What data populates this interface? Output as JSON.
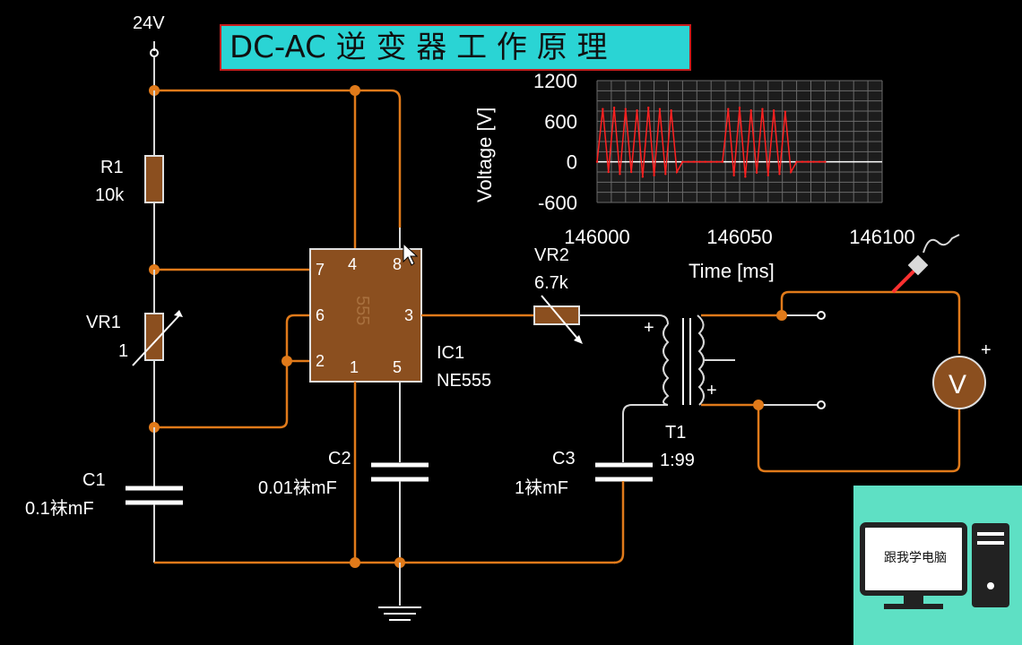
{
  "title": "DC-AC 逆 变 器 工 作 原 理",
  "supply_label": "24V",
  "components": {
    "r1": {
      "name": "R1",
      "value": "10k"
    },
    "vr1": {
      "name": "VR1",
      "value": "1"
    },
    "c1": {
      "name": "C1",
      "value": "0.1袜mF"
    },
    "c2": {
      "name": "C2",
      "value": "0.01袜mF"
    },
    "c3": {
      "name": "C3",
      "value": "1袜mF"
    },
    "ic1": {
      "name": "IC1",
      "value": "NE555",
      "chip_mark": "555"
    },
    "vr2": {
      "name": "VR2",
      "value": "6.7k"
    },
    "t1": {
      "name": "T1",
      "value": "1:99"
    },
    "meter": {
      "symbol": "V"
    }
  },
  "ic_pins": {
    "p7": "7",
    "p4": "4",
    "p8": "8",
    "p6": "6",
    "p3": "3",
    "p2": "2",
    "p1": "1",
    "p5": "5"
  },
  "polarity": {
    "primary": "+",
    "secondary": "+",
    "meter": "+"
  },
  "badge": {
    "text": "跟我学电脑"
  },
  "colors": {
    "wire_active": "#e07a1a",
    "wire_idle": "#d9d9d9",
    "component": "#8b4f1f",
    "title_bg": "#2ad4d4",
    "badge_bg": "#5ee0c4",
    "trace": "#ff2020"
  },
  "chart_data": {
    "type": "line",
    "xlabel": "Time [ms]",
    "ylabel": "Voltage [V]",
    "xlim": [
      146000,
      146100
    ],
    "ylim": [
      -600,
      1200
    ],
    "x_ticks": [
      "146000",
      "146050",
      "146100"
    ],
    "y_ticks": [
      "1200",
      "600",
      "0",
      "-600"
    ],
    "grid": true,
    "series": [
      {
        "x": [
          146000,
          146002,
          146004,
          146006,
          146008,
          146010,
          146012,
          146014,
          146016,
          146018,
          146020,
          146022,
          146024,
          146026,
          146028,
          146030,
          146032,
          146034,
          146036,
          146038,
          146040,
          146042,
          146044,
          146046,
          146048,
          146050,
          146052,
          146054,
          146056,
          146058,
          146060,
          146062,
          146064,
          146066,
          146068,
          146070,
          146072,
          146074,
          146076,
          146078,
          146080
        ],
        "y": [
          0,
          780,
          -150,
          800,
          -180,
          780,
          -150,
          760,
          -220,
          800,
          -200,
          780,
          -180,
          760,
          -150,
          0,
          0,
          0,
          0,
          0,
          0,
          0,
          0,
          780,
          -200,
          800,
          -220,
          760,
          -160,
          780,
          -200,
          760,
          -180,
          740,
          -150,
          0,
          0,
          0,
          0,
          0,
          0
        ]
      }
    ]
  }
}
